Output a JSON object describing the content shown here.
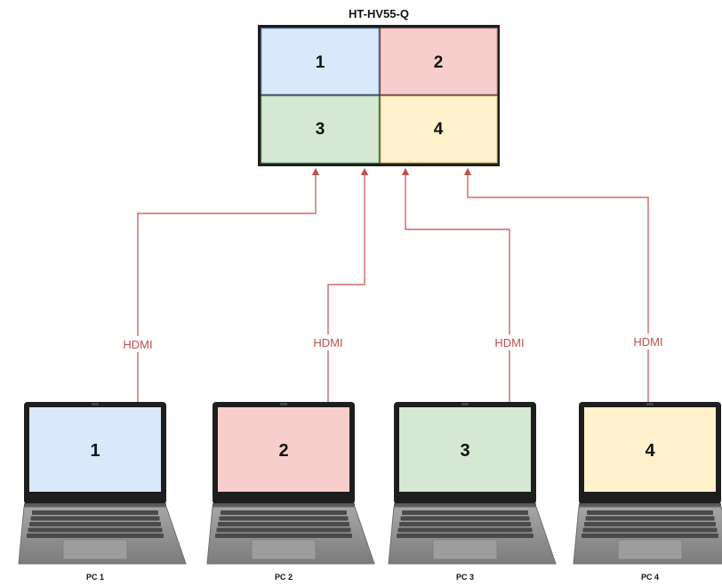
{
  "device": {
    "title": "HT-HV55-Q",
    "quadrants": [
      {
        "label": "1",
        "color": "#dae8fc"
      },
      {
        "label": "2",
        "color": "#f8cecc"
      },
      {
        "label": "3",
        "color": "#d5e8d4"
      },
      {
        "label": "4",
        "color": "#fff2cc"
      }
    ]
  },
  "connections": [
    {
      "label": "HDMI"
    },
    {
      "label": "HDMI"
    },
    {
      "label": "HDMI"
    },
    {
      "label": "HDMI"
    }
  ],
  "pcs": [
    {
      "name": "PC 1",
      "screen_label": "1",
      "screen_color": "#dae8fc"
    },
    {
      "name": "PC 2",
      "screen_label": "2",
      "screen_color": "#f8cecc"
    },
    {
      "name": "PC 3",
      "screen_label": "3",
      "screen_color": "#d5e8d4"
    },
    {
      "name": "PC 4",
      "screen_label": "4",
      "screen_color": "#fff2cc"
    }
  ],
  "colors": {
    "wire": "#c0504d",
    "bezel": "#1e1e1e",
    "laptop_body": "#8f8f8f"
  }
}
